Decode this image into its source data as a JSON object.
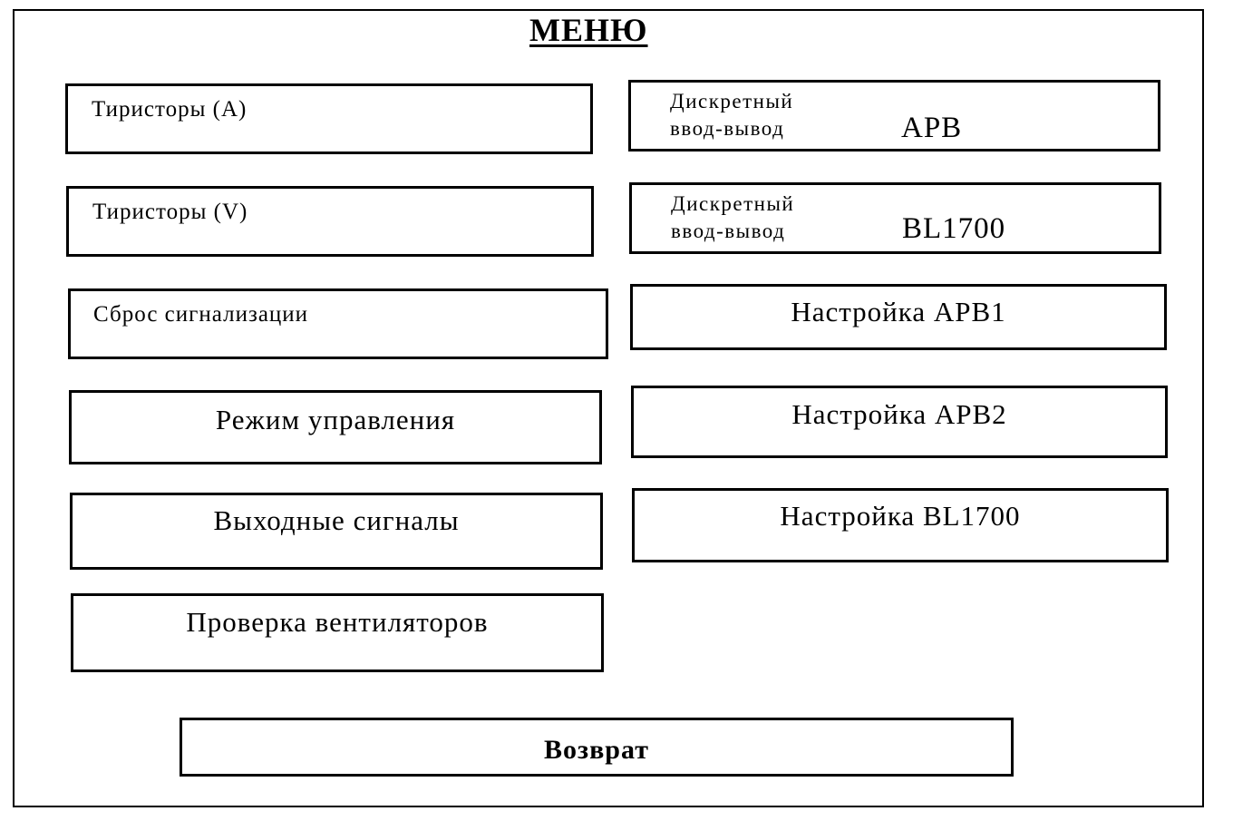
{
  "menu": {
    "title": "МЕНЮ"
  },
  "left_buttons": {
    "thyristors_a": "Тиристоры (A)",
    "thyristors_v": "Тиристоры (V)",
    "reset_alarm": "Сброс сигнализации",
    "control_mode": "Режим управления",
    "output_signals": "Выходные сигналы",
    "fan_check": "Проверка вентиляторов"
  },
  "right_buttons": {
    "discrete_io_arv": {
      "line1": "Дискретный",
      "line2": "ввод-вывод",
      "suffix": "АРВ"
    },
    "discrete_io_bl": {
      "line1": "Дискретный",
      "line2": "ввод-вывод",
      "suffix": "BL1700"
    },
    "setup_arv1": "Настройка АРВ1",
    "setup_arv2": "Настройка АРВ2",
    "setup_bl1700": "Настройка BL1700"
  },
  "footer": {
    "return_label": "Возврат"
  }
}
